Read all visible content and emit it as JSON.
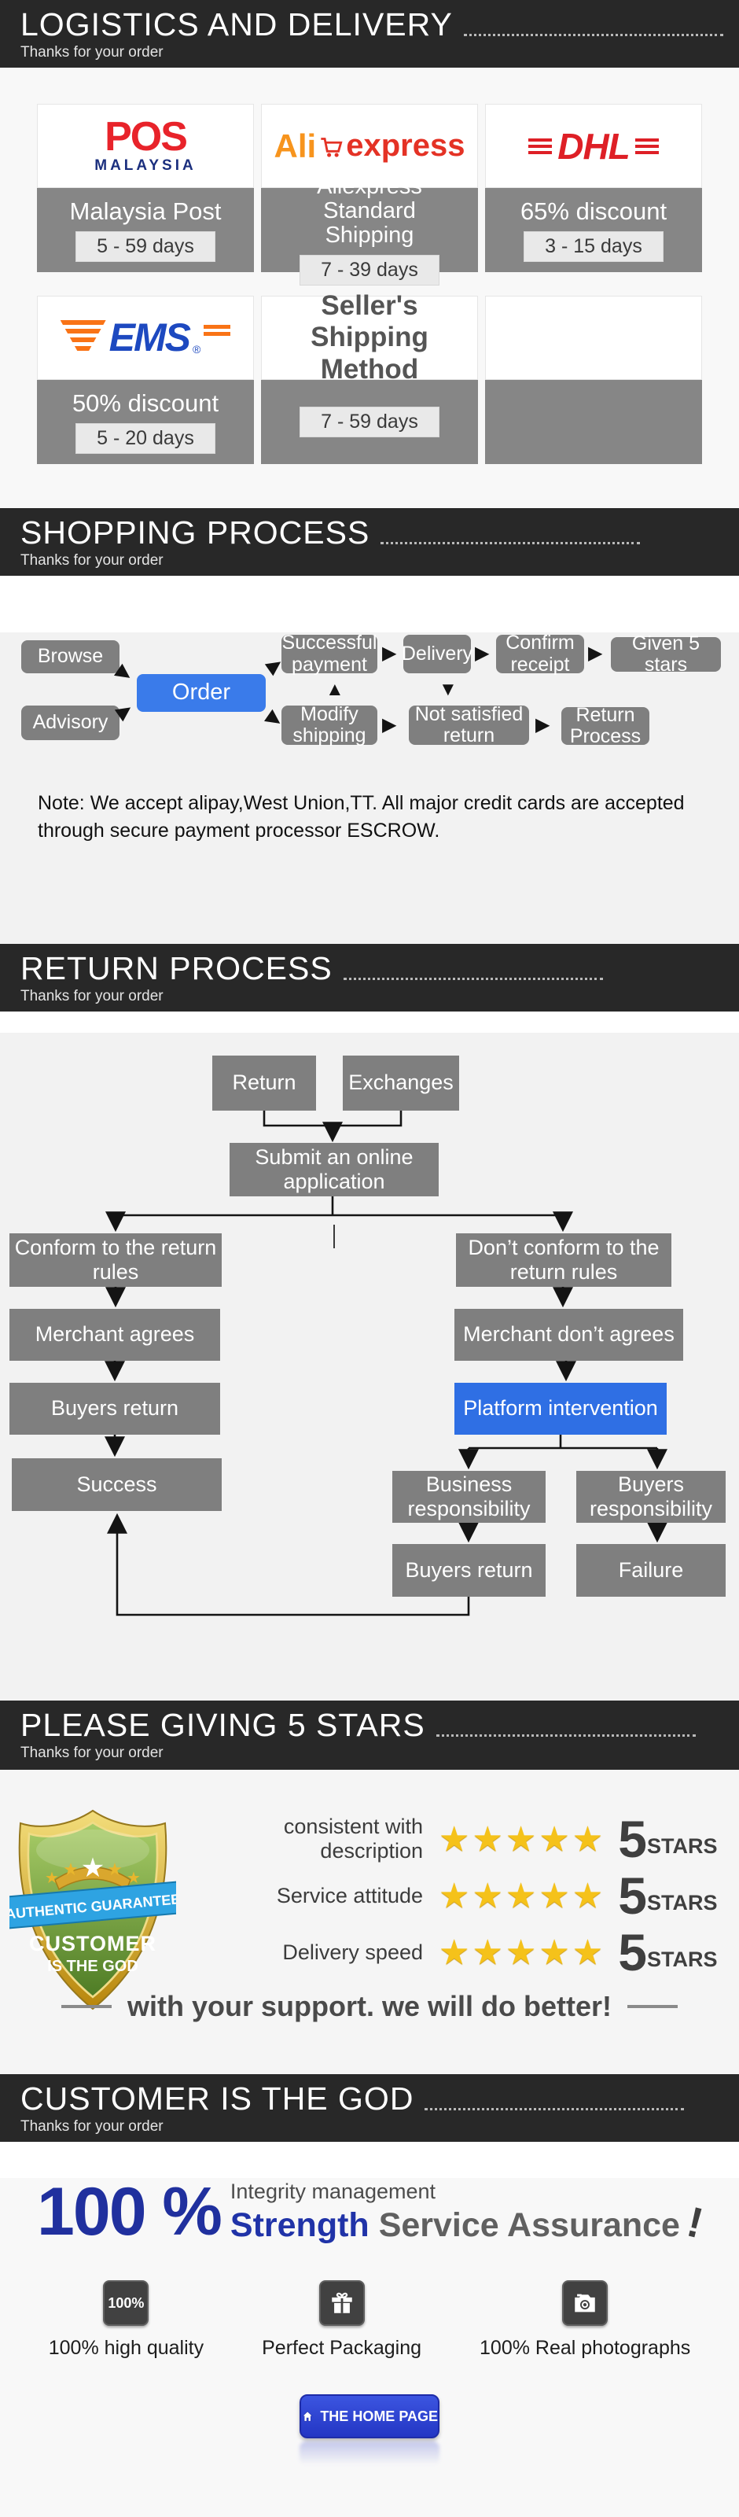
{
  "headers": {
    "logistics": {
      "title": "LOGISTICS AND DELIVERY",
      "subtitle": "Thanks for your order"
    },
    "shopping": {
      "title": "SHOPPING PROCESS",
      "subtitle": "Thanks for your order"
    },
    "returns": {
      "title": "RETURN PROCESS",
      "subtitle": "Thanks for your order"
    },
    "stars": {
      "title": "PLEASE GIVING 5 STARS",
      "subtitle": "Thanks for your order"
    },
    "customer": {
      "title": "CUSTOMER IS THE GOD",
      "subtitle": "Thanks for your order"
    }
  },
  "shipping": {
    "pos": {
      "word": "POS",
      "sub": "MALAYSIA",
      "label": "Malaysia Post",
      "days": "5 - 59 days"
    },
    "aliexpress": {
      "ali": "Ali",
      "xpress": "express",
      "label": "Aliexpress Standard Shipping",
      "days": "7 - 39 days"
    },
    "dhl": {
      "word": "DHL",
      "label": "65% discount",
      "days": "3 - 15 days"
    },
    "ems": {
      "word": "EMS",
      "reg": "®",
      "label": "50% discount",
      "days": "5 - 20 days"
    },
    "seller": {
      "text": "Seller's Shipping Method",
      "days": "7 - 59 days"
    }
  },
  "shopping_flow": {
    "browse": "Browse",
    "advisory": "Advisory",
    "order": "Order",
    "successful_payment": "Successful payment",
    "delivery": "Delivery",
    "confirm_receipt": "Confirm receipt",
    "given_5_stars": "Given 5 stars",
    "modify_shipping": "Modify shipping",
    "not_satisfied_return": "Not satisfied return",
    "return_process": "Return Process"
  },
  "payment_note": "Note: We accept alipay,West Union,TT. All major credit cards are accepted through secure payment processor ESCROW.",
  "return_flow": {
    "return_box": "Return",
    "exchanges": "Exchanges",
    "submit": "Submit an online application",
    "conform": "Conform to the return rules",
    "not_conform": "Don’t conform to the return rules",
    "merchant_agrees": "Merchant agrees",
    "merchant_disagrees": "Merchant don’t agrees",
    "buyers_return": "Buyers return",
    "platform": "Platform intervention",
    "success": "Success",
    "business_resp": "Business responsibility",
    "buyers_resp": "Buyers responsibility",
    "buyers_return_2": "Buyers return",
    "failure": "Failure"
  },
  "ratings": {
    "badge": {
      "ribbon": "AUTHENTIC GUARANTEE",
      "line1": "CUSTOMER",
      "line2": "IS THE GOD"
    },
    "rows": [
      {
        "label": "consistent with description",
        "stars": "★★★★★",
        "score": "5",
        "unit": "STARS"
      },
      {
        "label": "Service attitude",
        "stars": "★★★★★",
        "score": "5",
        "unit": "STARS"
      },
      {
        "label": "Delivery speed",
        "stars": "★★★★★",
        "score": "5",
        "unit": "STARS"
      }
    ],
    "support_line": "with your support. we will do better!"
  },
  "footer": {
    "percent": "100 %",
    "integrity": "Integrity management",
    "strength": "Strength",
    "assurance": "Service Assurance",
    "bang": "!",
    "features": [
      {
        "badge_text": "100%",
        "label": "100% high quality"
      },
      {
        "label": "Perfect Packaging"
      },
      {
        "label": "100% Real photographs"
      }
    ],
    "home_button": "THE HOME PAGE"
  },
  "colors": {
    "header_bg": "#282828",
    "flow_box_gray": "#7f7f7f",
    "accent_blue": "#3a7bea",
    "platform_blue": "#2f6fe4",
    "star_gold": "#f5c21a",
    "brand_navy": "#20309e",
    "button_blue": "#2336c4"
  }
}
